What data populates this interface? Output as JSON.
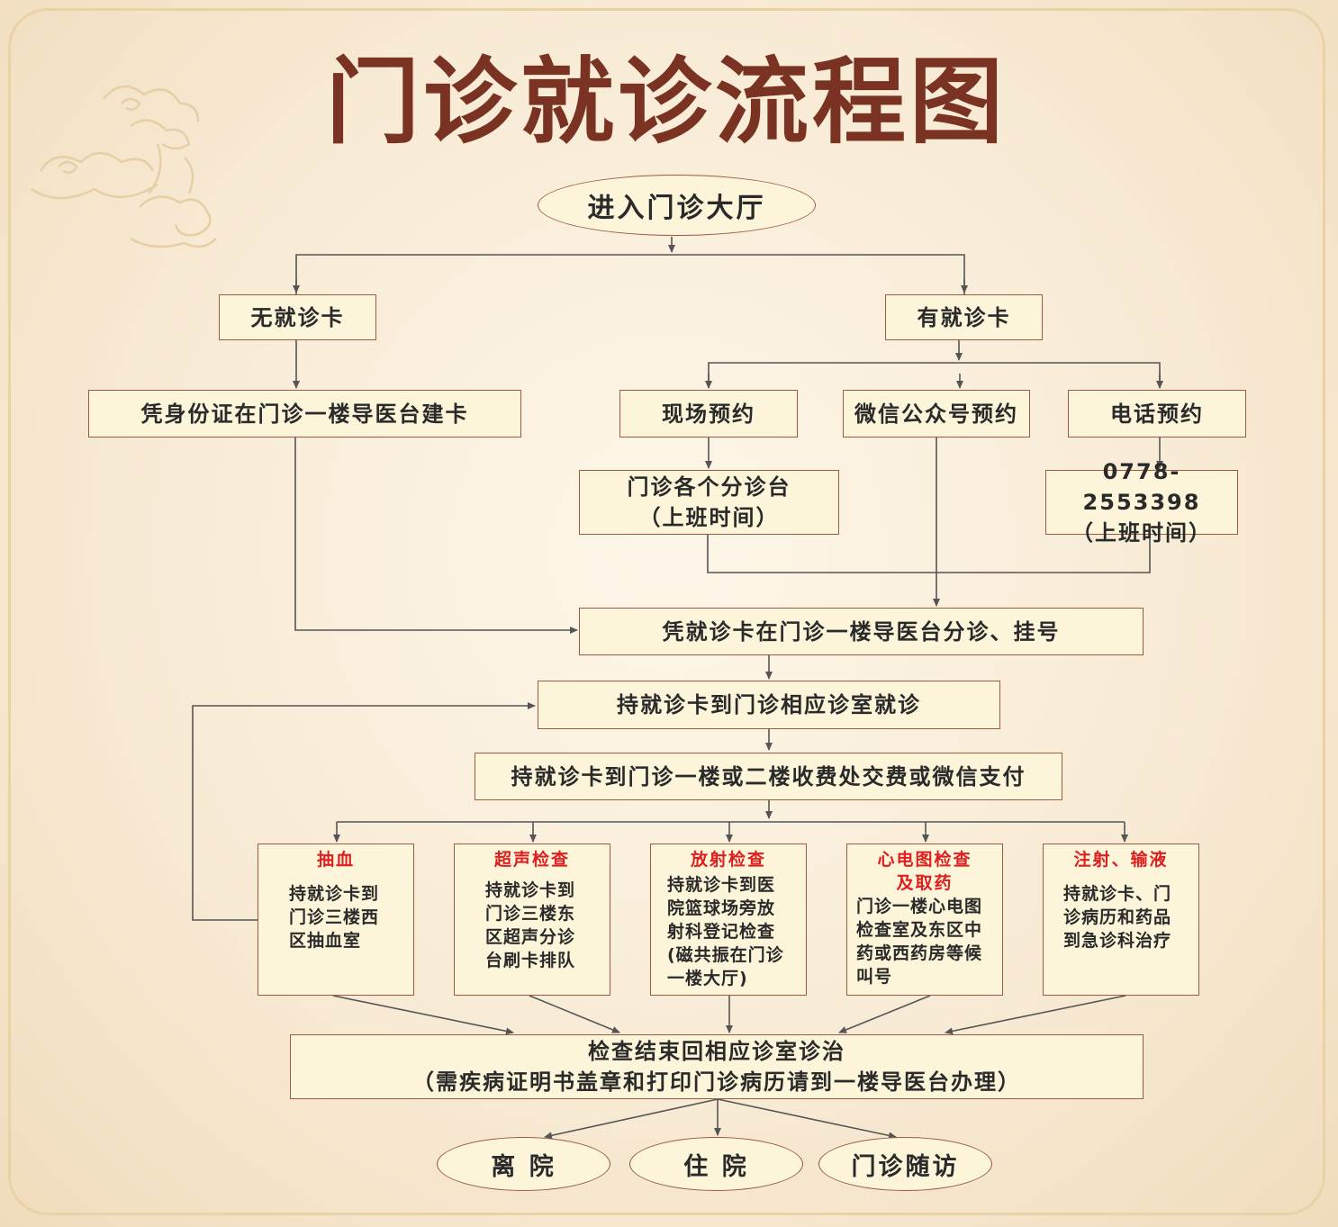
{
  "title": "门诊就诊流程图",
  "nodes": {
    "enter": "进入门诊大厅",
    "no_card": "无就诊卡",
    "has_card": "有就诊卡",
    "id_card": "凭身份证在门诊一楼导医台建卡",
    "onsite": "现场预约",
    "wechat": "微信公众号预约",
    "phone": "电话预约",
    "desks": "门诊各个分诊台\n（上班时间）",
    "phone_no": "0778-2553398\n（上班时间）",
    "register": "凭就诊卡在门诊一楼导医台分诊、挂号",
    "visit": "持就诊卡到门诊相应诊室就诊",
    "pay": "持就诊卡到门诊一楼或二楼收费处交费或微信支付",
    "result": "检查结束回相应诊室诊治\n（需疾病证明书盖章和打印门诊病历请到一楼导医台办理）",
    "leave": "离 院",
    "admit": "住 院",
    "followup": "门诊随访"
  },
  "exams": [
    {
      "title": "抽血",
      "body": "持就诊卡到\n门诊三楼西\n区抽血室"
    },
    {
      "title": "超声检查",
      "body": "持就诊卡到\n门诊三楼东\n区超声分诊\n台刷卡排队"
    },
    {
      "title": "放射检查",
      "body": "持就诊卡到医\n院篮球场旁放\n射科登记检查\n(磁共振在门诊\n一楼大厅)"
    },
    {
      "title": "心电图检查\n及取药",
      "body": "门诊一楼心电图\n检查室及东区中\n药或西药房等候\n叫号"
    },
    {
      "title": "注射、输液",
      "body": "持就诊卡、门\n诊病历和药品\n到急诊科治疗"
    }
  ],
  "colors": {
    "title": "#7a3222",
    "line": "#555555",
    "box_border": "#9c5a43",
    "box_fill": "#fcf5d9",
    "exam_title": "#dd1f1f"
  }
}
